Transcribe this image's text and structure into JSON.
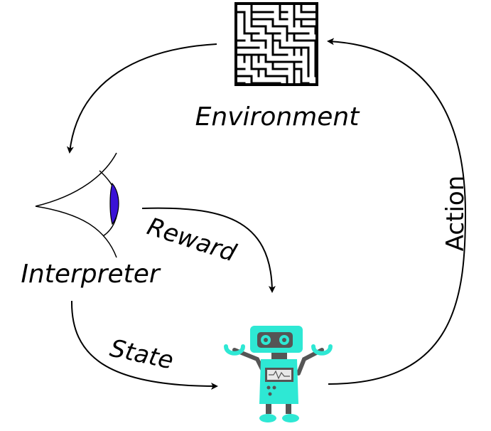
{
  "diagram": {
    "nodes": {
      "environment": {
        "label": "Environment",
        "icon": "maze-icon"
      },
      "interpreter": {
        "label": "Interpreter",
        "icon": "eye-icon"
      },
      "agent": {
        "label": "",
        "icon": "robot-icon"
      }
    },
    "edges": {
      "environment_to_interpreter": {
        "label": ""
      },
      "interpreter_to_agent_reward": {
        "label": "Reward"
      },
      "interpreter_to_agent_state": {
        "label": "State"
      },
      "agent_to_environment": {
        "label": "Action"
      }
    }
  },
  "colors": {
    "line": "#000000",
    "iris": "#3a12d6",
    "robot_body": "#2ee8d4",
    "robot_dark": "#555555",
    "maze": "#000000"
  }
}
